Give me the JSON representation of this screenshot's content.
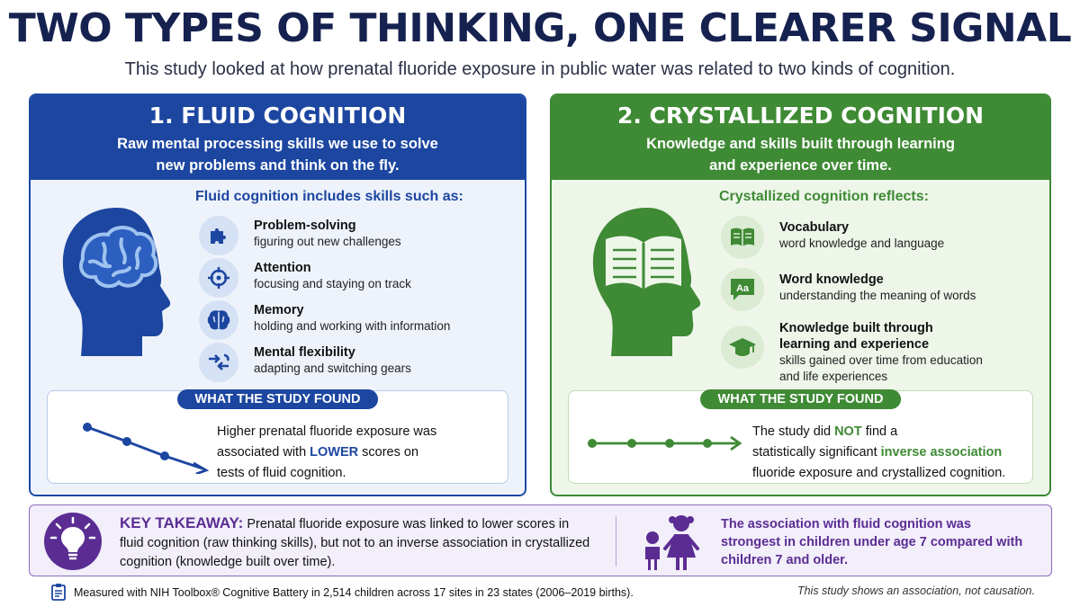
{
  "header": {
    "title": "TWO TYPES OF THINKING, ONE CLEARER SIGNAL",
    "subtitle": "This study looked at how prenatal fluoride exposure in public water was related to two kinds of cognition."
  },
  "fluid": {
    "title": "1. FLUID COGNITION",
    "desc_line1": "Raw mental processing skills we use to solve",
    "desc_line2": "new problems and think on the fly.",
    "skills_title": "Fluid cognition includes skills such as:",
    "skills": [
      {
        "name": "Problem-solving",
        "desc": "figuring out new challenges",
        "icon": "puzzle-icon"
      },
      {
        "name": "Attention",
        "desc": "focusing and staying on track",
        "icon": "target-icon"
      },
      {
        "name": "Memory",
        "desc": "holding and working with information",
        "icon": "brain-icon"
      },
      {
        "name": "Mental flexibility",
        "desc": "adapting and switching gears",
        "icon": "switch-arrows-icon"
      }
    ],
    "found_label": "WHAT THE STUDY FOUND",
    "found": {
      "line1": "Higher prenatal fluoride exposure was",
      "line2_pre": "associated with ",
      "line2_hl": "LOWER",
      "line2_post": " scores on",
      "line3": "tests of fluid cognition."
    }
  },
  "crystallized": {
    "title": "2. CRYSTALLIZED COGNITION",
    "desc_line1": "Knowledge and skills built through learning",
    "desc_line2": "and experience over time.",
    "skills_title": "Crystallized cognition reflects:",
    "skills": [
      {
        "name": "Vocabulary",
        "desc": "word knowledge and language",
        "icon": "book-icon"
      },
      {
        "name": "Word knowledge",
        "desc": "understanding the meaning of words",
        "icon": "speech-bubble-icon",
        "glyph": "Aa"
      },
      {
        "name_line1": "Knowledge built through",
        "name_line2": "learning and experience",
        "desc_line1": "skills gained over time from education",
        "desc_line2": "and life experiences",
        "icon": "graduation-cap-icon"
      }
    ],
    "found_label": "WHAT THE STUDY FOUND",
    "found": {
      "line1_pre": "The study did ",
      "line1_hl": "NOT",
      "line1_post": " find a",
      "line2_pre": "statistically significant ",
      "line2_hl": "inverse association",
      "line3": "fluoride exposure and crystallized cognition."
    }
  },
  "takeaway": {
    "label": "KEY TAKEAWAY:",
    "text": " Prenatal fluoride exposure was linked to lower scores in fluid cognition (raw thinking skills), but not to an inverse association in crystallized cognition (knowledge built over time).",
    "right": "The association with fluid cognition was strongest in children under age 7 compared with children 7 and older."
  },
  "footer": {
    "left": "Measured with NIH Toolbox® Cognitive Battery in 2,514 children across 17 sites in 23 states (2006–2019 births).",
    "right": "This study shows an association, not causation."
  },
  "colors": {
    "blue": "#1c46a0",
    "green": "#3f8a35",
    "purple": "#5b2d93",
    "navy": "#15214f"
  }
}
